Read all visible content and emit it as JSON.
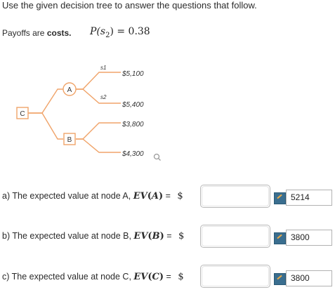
{
  "intro": "Use the given decision tree to answer the questions that follow.",
  "payoffs": {
    "prefix": "Payoffs are ",
    "bold": "costs."
  },
  "probability": {
    "text": "P(s",
    "sub": "2",
    "rhs": ") = 0.38"
  },
  "tree": {
    "node_c": "C",
    "node_a": "A",
    "node_b": "B",
    "branch_s1": "s1",
    "branch_s2": "s2",
    "payoff_a_s1": "$5,100",
    "payoff_a_s2": "$5,400",
    "payoff_b_1": "$3,800",
    "payoff_b_2": "$4,300"
  },
  "questions": [
    {
      "prefix": "a) The expected value at node A, ",
      "math_ev": "EV",
      "node": "A",
      "eq": " = ",
      "currency": "$",
      "answer": "5214"
    },
    {
      "prefix": "b) The expected value at node B, ",
      "math_ev": "EV",
      "node": "B",
      "eq": " = ",
      "currency": "$",
      "answer": "3800"
    },
    {
      "prefix": "c) The expected value at node C, ",
      "math_ev": "EV",
      "node": "C",
      "eq": " = ",
      "currency": "$",
      "answer": "3800"
    }
  ],
  "colors": {
    "tree_line": "#f0a46a",
    "answer_icon": "#3a6e8f"
  },
  "icons": {
    "search": "search-icon",
    "answer": "answer-key-icon"
  }
}
